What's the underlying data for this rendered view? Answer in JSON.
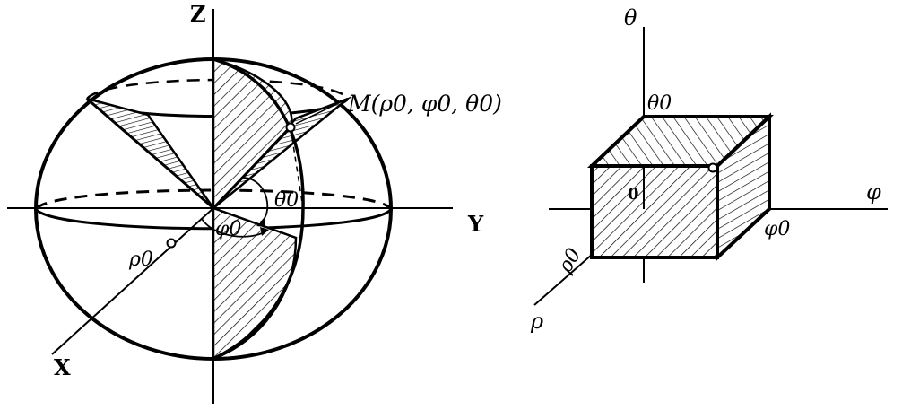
{
  "left_figure": {
    "axis_labels": {
      "z": "Z",
      "y": "Y",
      "x": "X"
    },
    "point_label": "M(ρ0, φ0, θ0)",
    "theta_label": "θ0",
    "phi_label": "φ0",
    "rho_label": "ρ0"
  },
  "right_figure": {
    "theta_axis": "θ",
    "phi_axis": "φ",
    "rho_axis": "ρ",
    "origin": "0",
    "theta0": "θ0",
    "phi0": "φ0",
    "rho0": "ρ0"
  }
}
